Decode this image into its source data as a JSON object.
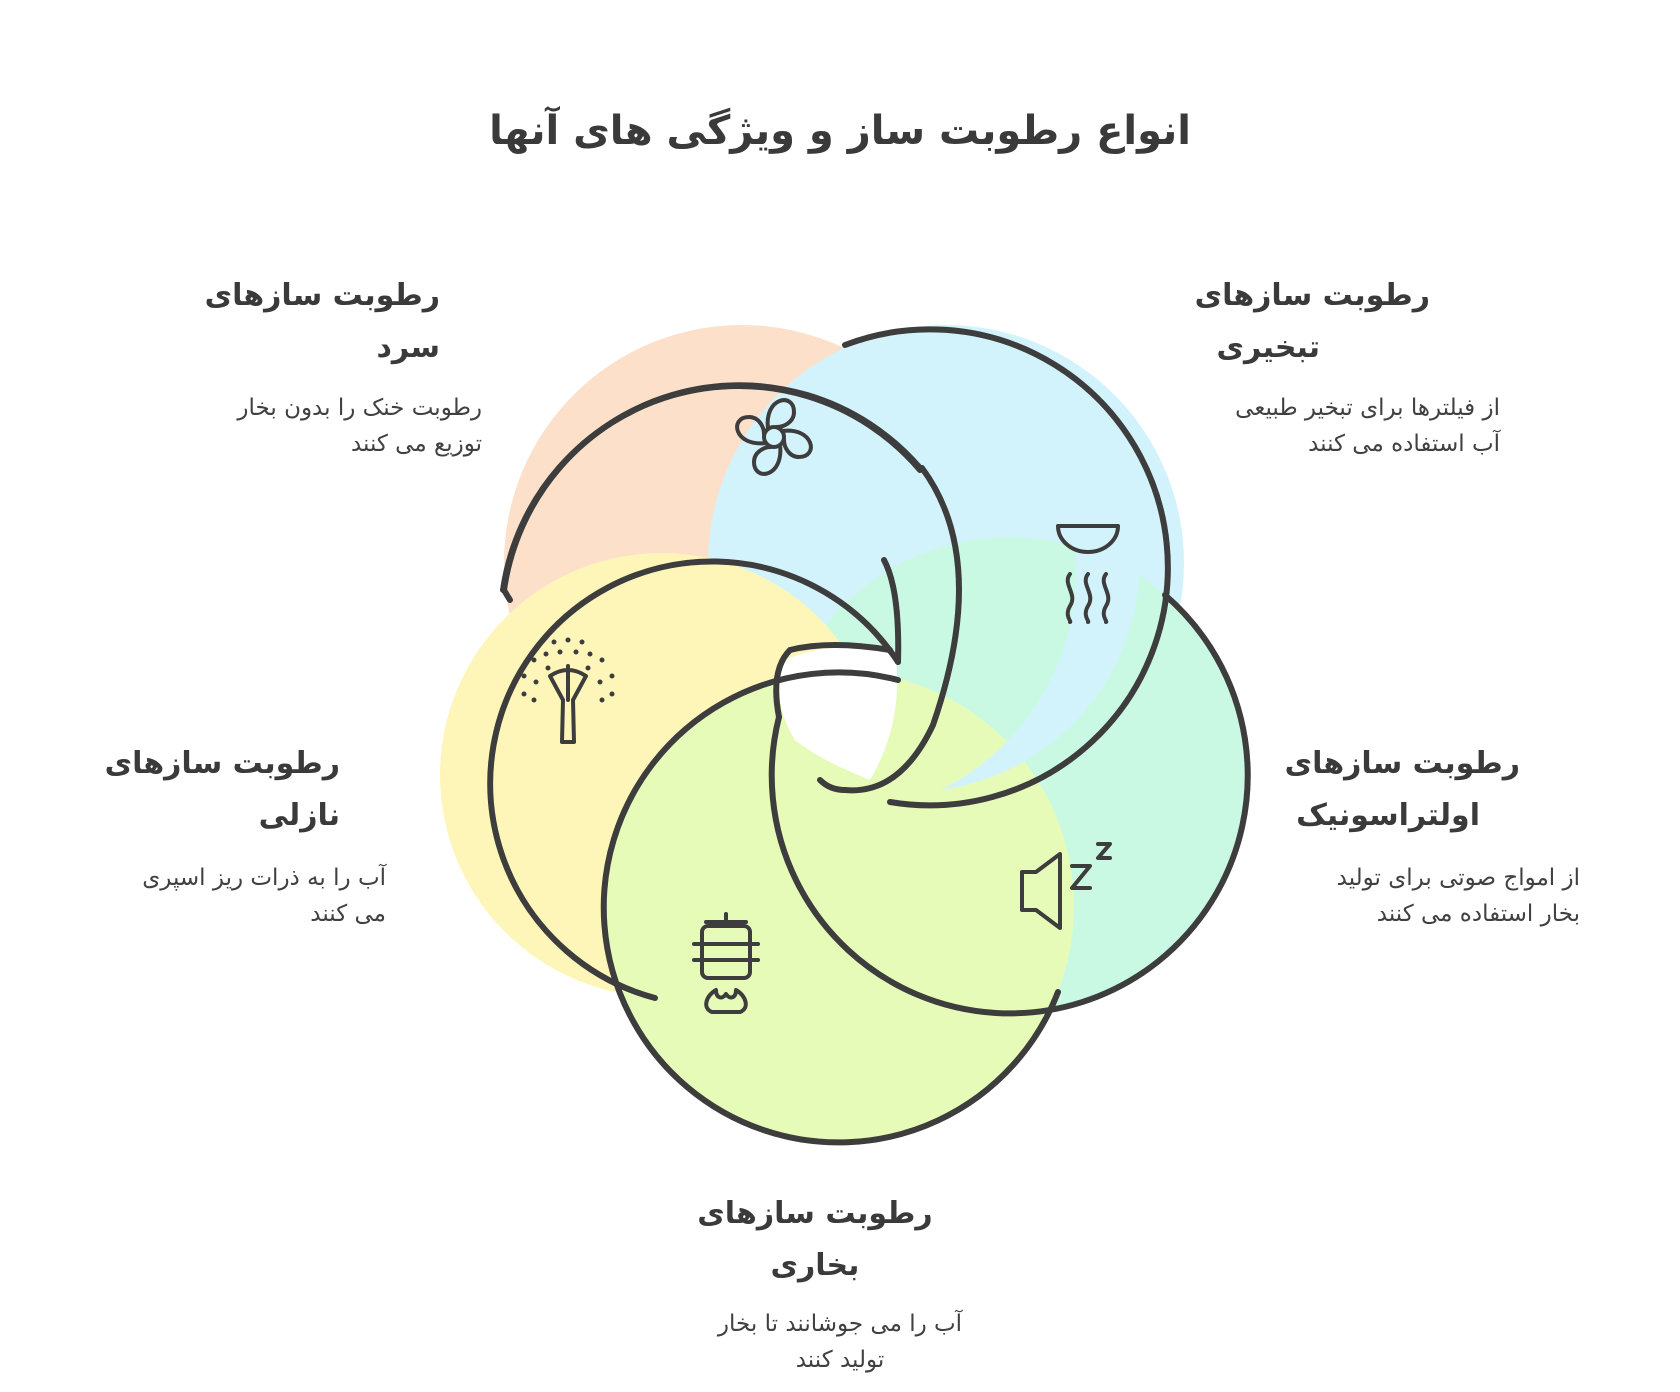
{
  "title": "انواع رطوبت ساز و ویژگی های آنها",
  "items": [
    {
      "key": "cold",
      "heading_line1": "رطوبت سازهای",
      "heading_line2": "سرد",
      "desc_line1": "رطوبت خنک را بدون بخار",
      "desc_line2": "توزیع می کنند",
      "color": "#fde0c9",
      "icon": "fan-icon"
    },
    {
      "key": "evaporative",
      "heading_line1": "رطوبت سازهای",
      "heading_line2": "تبخیری",
      "desc_line1": "از فیلترها برای تبخیر طبیعی",
      "desc_line2": "آب استفاده می کنند",
      "color": "#d2f3fb",
      "icon": "evaporation-icon"
    },
    {
      "key": "nozzle",
      "heading_line1": "رطوبت سازهای",
      "heading_line2": "نازلی",
      "desc_line1": "آب را به ذرات ریز اسپری",
      "desc_line2": "می کنند",
      "color": "#fdf6b8",
      "icon": "spray-nozzle-icon"
    },
    {
      "key": "ultrasonic",
      "heading_line1": "رطوبت سازهای",
      "heading_line2": "اولتراسونیک",
      "desc_line1": "از امواج صوتی برای تولید",
      "desc_line2": "بخار استفاده می کنند",
      "color": "#c9f9e2",
      "icon": "sound-wave-icon"
    },
    {
      "key": "steam",
      "heading_line1": "رطوبت سازهای",
      "heading_line2": "بخاری",
      "desc_line1": "آب را می جوشانند تا بخار",
      "desc_line2": "تولید کنند",
      "color": "#e6fbb8",
      "icon": "boiling-pot-icon"
    }
  ],
  "outline_color": "#3d3d3d"
}
